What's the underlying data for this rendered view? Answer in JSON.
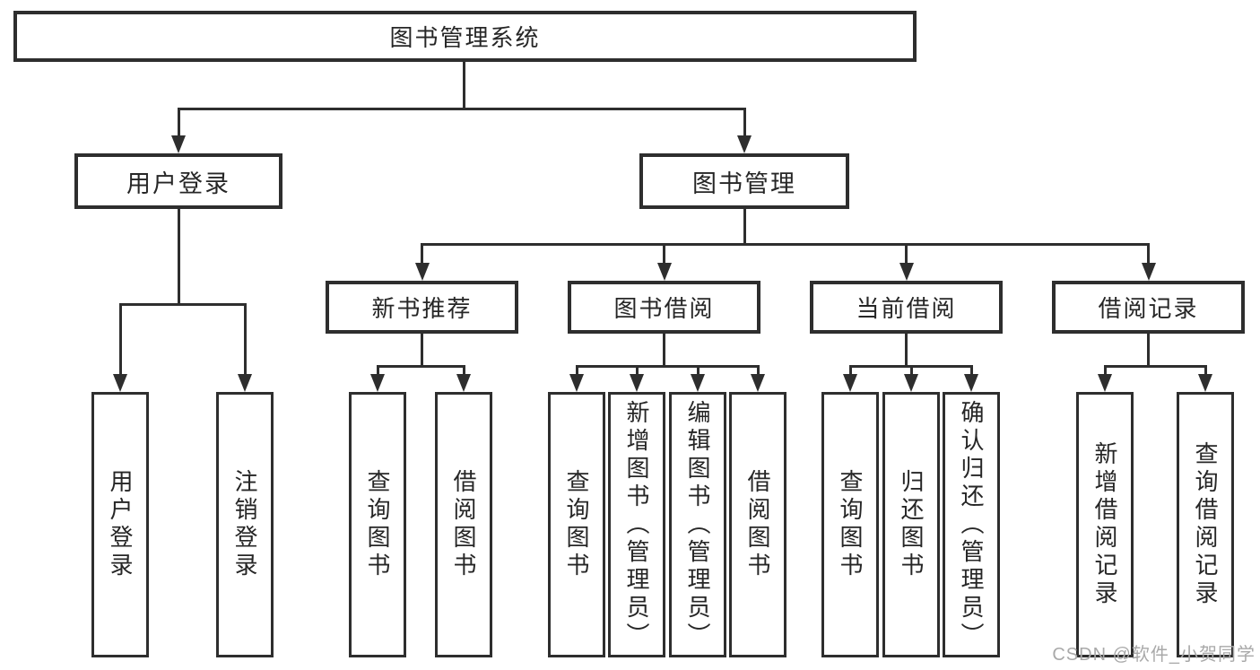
{
  "diagram": {
    "title": "图书管理系统",
    "level2": [
      {
        "label": "用户登录"
      },
      {
        "label": "图书管理"
      }
    ],
    "level3": [
      {
        "label": "新书推荐"
      },
      {
        "label": "图书借阅"
      },
      {
        "label": "当前借阅"
      },
      {
        "label": "借阅记录"
      }
    ],
    "leaves": [
      {
        "label": "用户登录"
      },
      {
        "label": "注销登录"
      },
      {
        "label": "查询图书"
      },
      {
        "label": "借阅图书"
      },
      {
        "label": "查询图书"
      },
      {
        "label": "新增图书（管理员）"
      },
      {
        "label": "编辑图书（管理员）"
      },
      {
        "label": "借阅图书"
      },
      {
        "label": "查询图书"
      },
      {
        "label": "归还图书"
      },
      {
        "label": "确认归还（管理员）"
      },
      {
        "label": "新增借阅记录"
      },
      {
        "label": "查询借阅记录"
      }
    ]
  },
  "watermark": "CSDN @软件_小贺同学",
  "colors": {
    "line": "#2e2e2e",
    "border": "#2e2e2e",
    "text": "#262626",
    "watermark": "#a9a9a9",
    "background": "#ffffff"
  }
}
